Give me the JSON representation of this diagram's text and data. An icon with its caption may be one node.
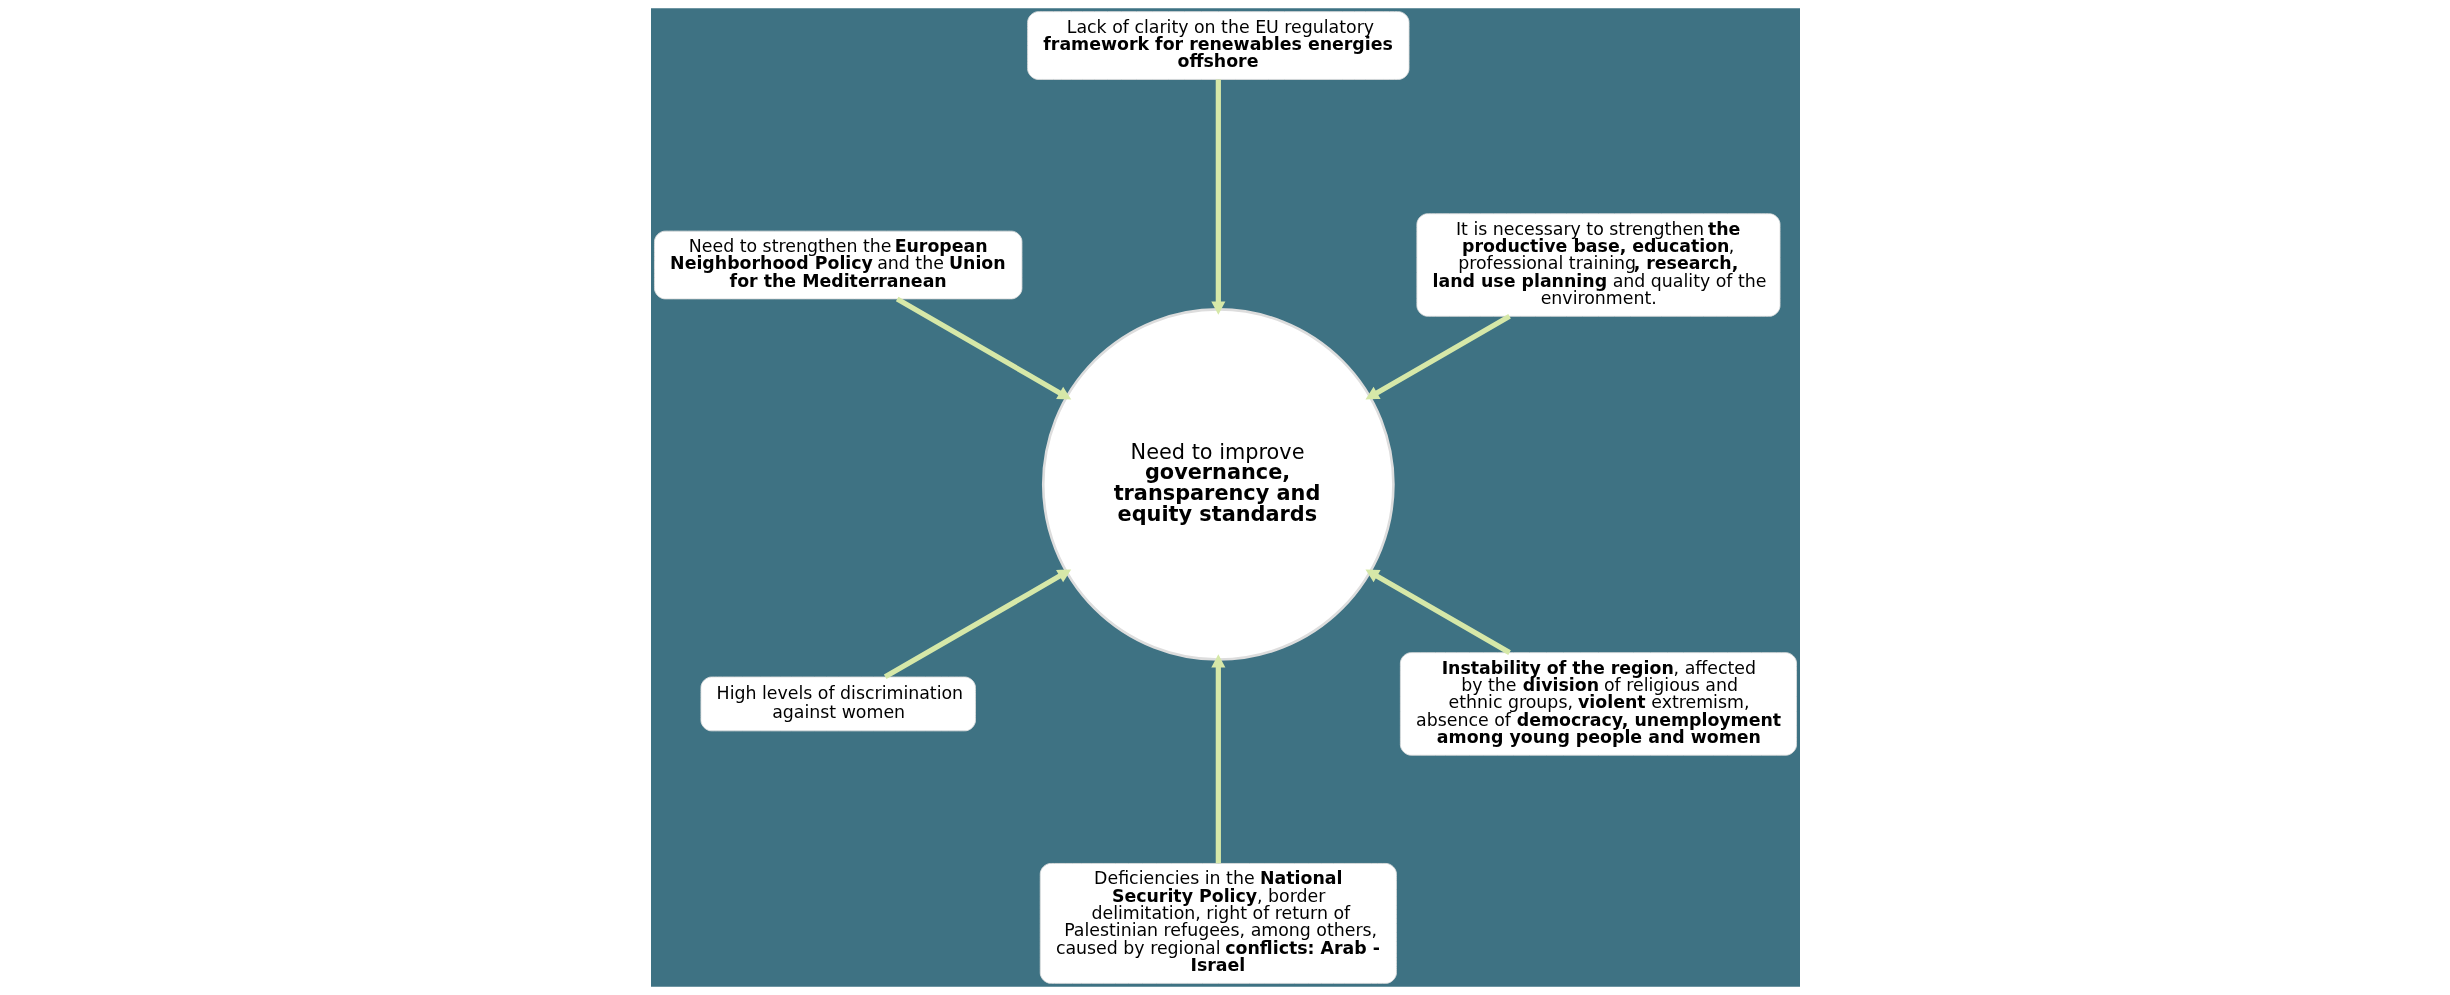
{
  "diagram": {
    "nodes": [
      {
        "text": [
          "It is necessary to strengthen **the productive base, education**, professional training**, research, land use planning** and quality of the environment."
        ]
      },
      {
        "text": [
          "Lack of clarity on the EU regulatory **framework for renewables energies offshore**"
        ]
      },
      {
        "text": [
          "Need to strengthen the **European Neighborhood Policy** and the **Union for the Mediterranean**"
        ]
      },
      {
        "text": [
          "High levels of discrimination against women"
        ]
      },
      {
        "text": [
          "Deficiencies in the **National Security Policy**, border delimitation, right of return of Palestinian refugees, among others, caused by regional **conflicts: Arab - Israel**"
        ]
      },
      {
        "text": [
          "Need to improve **governance, transparency and equity standards**"
        ]
      },
      {
        "text": [
          "**Instability of the region**, affected by the **division** of religious and ethnic groups, **violent** extremism, absence of **democracy, unemployment among young people and women**"
        ]
      }
    ],
    "edges": [
      {
        "from": 0,
        "to": 5,
        "arrow": "to"
      },
      {
        "from": 1,
        "to": 5,
        "arrow": "to"
      },
      {
        "from": 2,
        "to": 5,
        "arrow": "to"
      },
      {
        "from": 3,
        "to": 5,
        "arrow": "to"
      },
      {
        "from": 4,
        "to": 5,
        "arrow": "to"
      },
      {
        "from": 6,
        "to": 5,
        "arrow": "to"
      }
    ]
  }
}
